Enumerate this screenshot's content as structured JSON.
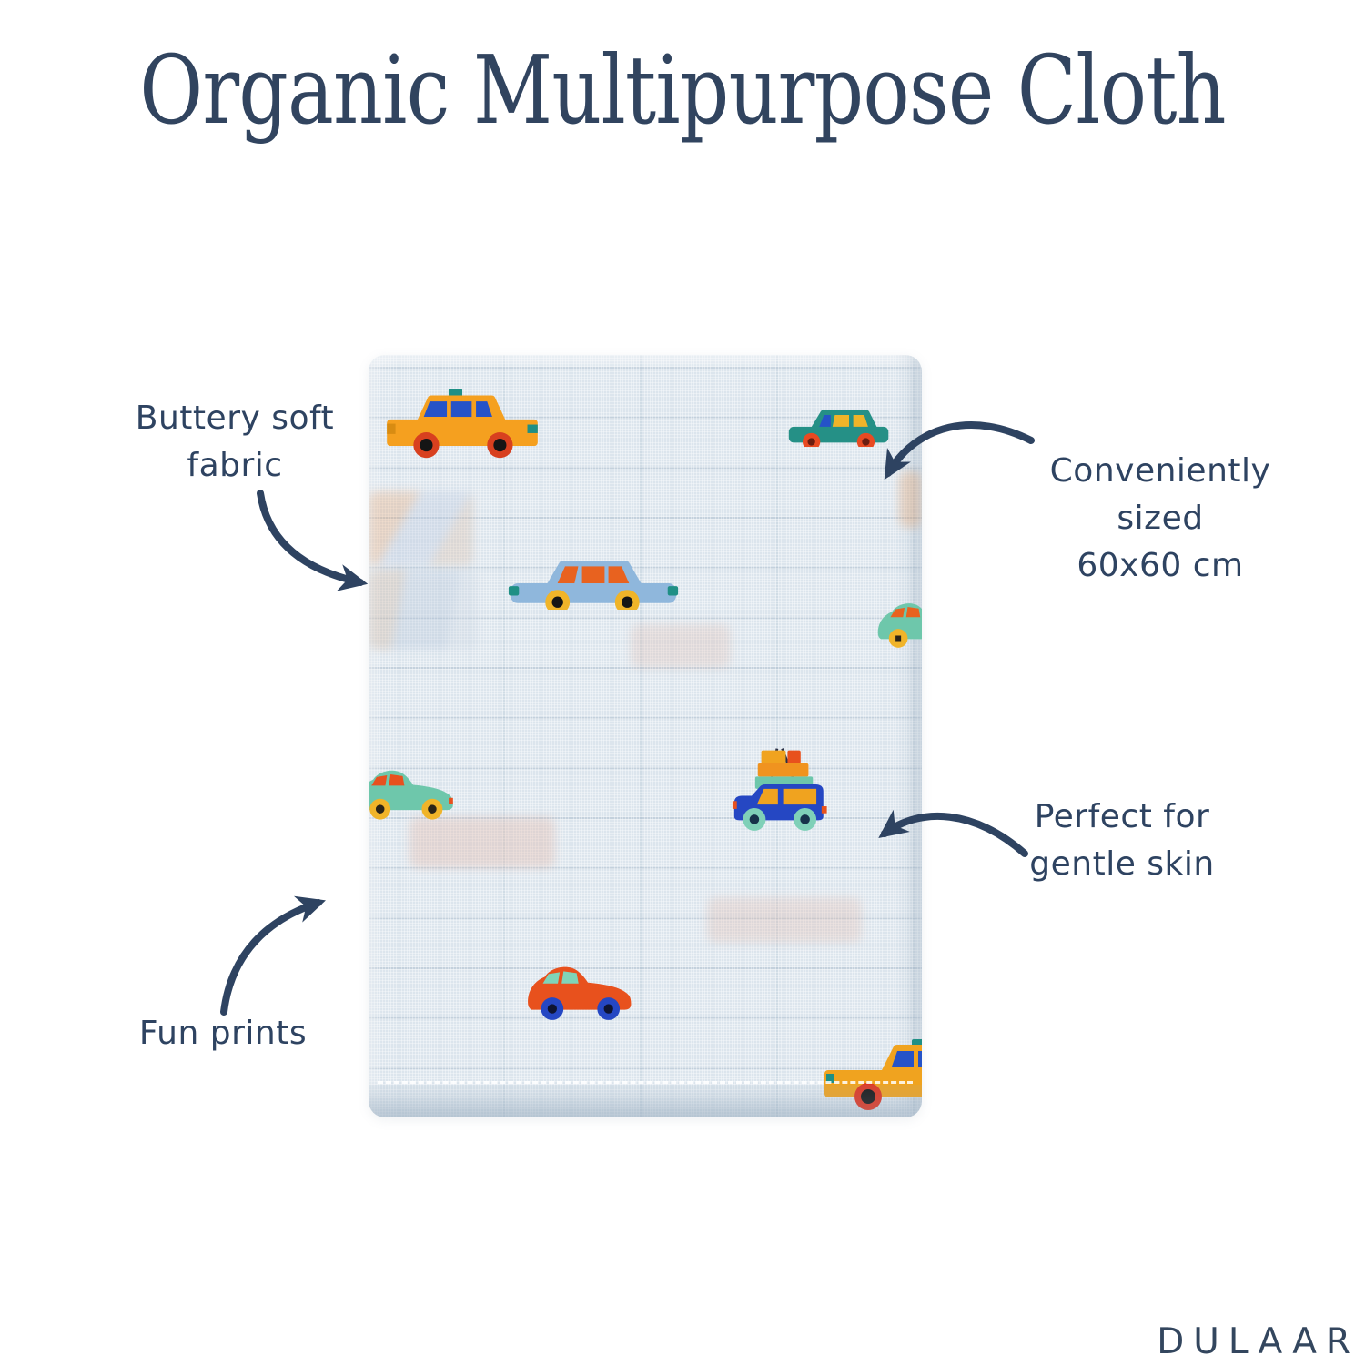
{
  "title": "Organic Multipurpose Cloth",
  "annotations": {
    "soft": {
      "line1": "Buttery soft",
      "line2": "fabric"
    },
    "size": {
      "line1": "Conveniently sized",
      "line2": "60x60 cm"
    },
    "skin": {
      "line1": "Perfect for",
      "line2": "gentle skin"
    },
    "prints": {
      "line1": "Fun prints"
    }
  },
  "brand": {
    "logo_text": "DULAAR"
  },
  "product": {
    "type": "folded organic muslin multipurpose cloth",
    "print_theme": "toy cars and taxis",
    "pattern_icons": [
      "taxi-icon",
      "teal-sedan-icon",
      "blue-sedan-icon",
      "mint-car-icon",
      "suv-roof-luggage-icon",
      "red-car-icon",
      "yellow-taxi-icon",
      "partial-mint-car-icon"
    ]
  },
  "colors": {
    "accent_navy": "#2e4361",
    "cloth_blue": "#dce5ed",
    "taxi_orange": "#f5a01f",
    "teal": "#259086",
    "sky_blue": "#8fb7dc",
    "royal_blue": "#2547c3",
    "mint": "#6ec7ab",
    "orange_red": "#e8511d",
    "wheel_yellow": "#f0b429",
    "wheel_red": "#d8401f",
    "window_blue": "#2553c8"
  }
}
